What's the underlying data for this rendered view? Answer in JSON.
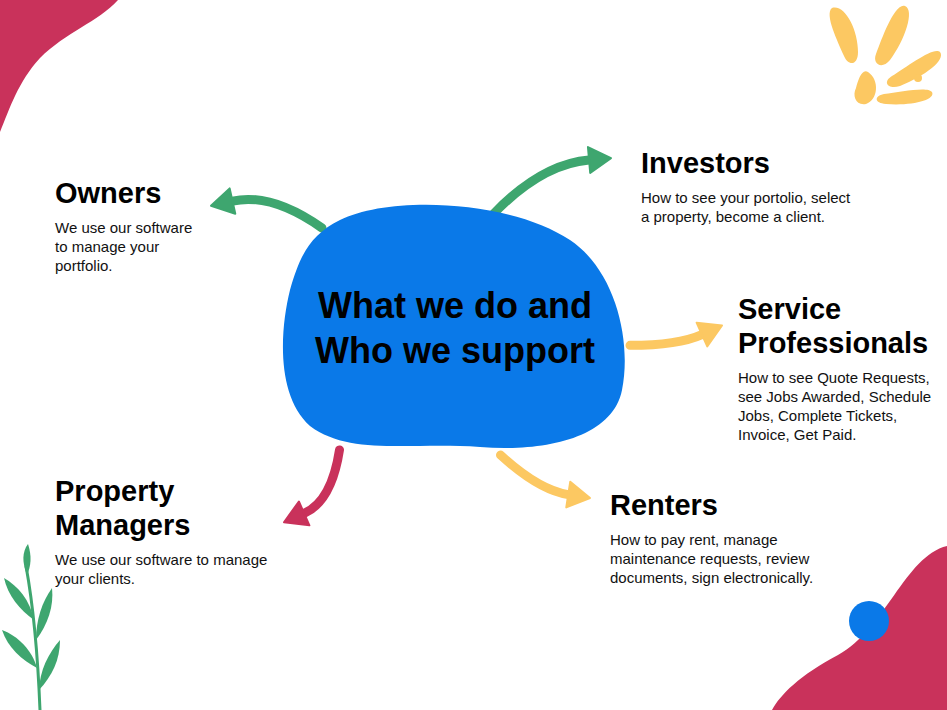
{
  "diagram": {
    "nodes": [
      {
        "text": [
          "Owners",
          "We use our software to manage your portfolio."
        ]
      },
      {
        "text": [
          "Investors",
          "How to see your portolio, select a property, become a client."
        ]
      },
      {
        "text": [
          "What we do and Who we support"
        ]
      },
      {
        "text": [
          "Service Professionals",
          "How to see Quote Requests, see Jobs Awarded, Schedule Jobs, Complete Tickets, Invoice, Get Paid."
        ]
      },
      {
        "text": [
          "Property Managers",
          "We use our software to manage your clients."
        ]
      },
      {
        "text": [
          "Renters",
          "How to pay rent, manage maintenance requests, review documents, sign electronically."
        ]
      }
    ],
    "edges": [
      {
        "from": 2,
        "to": 0,
        "arrow": "to"
      },
      {
        "from": 2,
        "to": 1,
        "arrow": "to"
      },
      {
        "from": 2,
        "to": 3,
        "arrow": "to"
      },
      {
        "from": 2,
        "to": 4,
        "arrow": "to"
      },
      {
        "from": 2,
        "to": 5,
        "arrow": "to"
      }
    ]
  }
}
